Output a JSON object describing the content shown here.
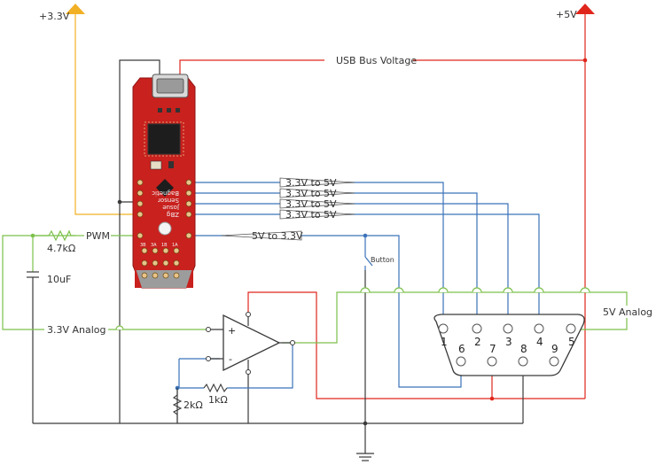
{
  "rails": {
    "v33": "+3.3V",
    "v5": "+5V"
  },
  "labels": {
    "usb_bus": "USB Bus Voltage",
    "pwm": "PWM",
    "r_pwm": "4.7kΩ",
    "cap": "10uF",
    "analog33": "3.3V Analog",
    "analog5": "5V Analog",
    "button": "Button",
    "r_gnd": "2kΩ",
    "r_fb": "1kΩ"
  },
  "level_shifters": [
    {
      "label": "3.3V to 5V"
    },
    {
      "label": "3.3V to 5V"
    },
    {
      "label": "3.3V to 5V"
    },
    {
      "label": "3.3V to 5V"
    },
    {
      "label": "5V to 3.3V"
    }
  ],
  "opamp": {
    "plus": "+",
    "minus": "-"
  },
  "connector": {
    "pins_top": [
      "1",
      "2",
      "3",
      "4",
      "5"
    ],
    "pins_bottom": [
      "6",
      "7",
      "8",
      "9"
    ]
  },
  "board": {
    "silk_lines": [
      "Josue",
      "Sensor",
      "Bagnetic",
      "ZBg"
    ],
    "pad_labels": [
      "3B",
      "3A",
      "1B",
      "1A"
    ]
  },
  "colors": {
    "v33_rail": "#F2B024",
    "v5_rail": "#E0261B",
    "signal": "#3B73B9",
    "analog": "#7CC04B",
    "ground": "#3A3A3A",
    "board": "#C8211E"
  }
}
